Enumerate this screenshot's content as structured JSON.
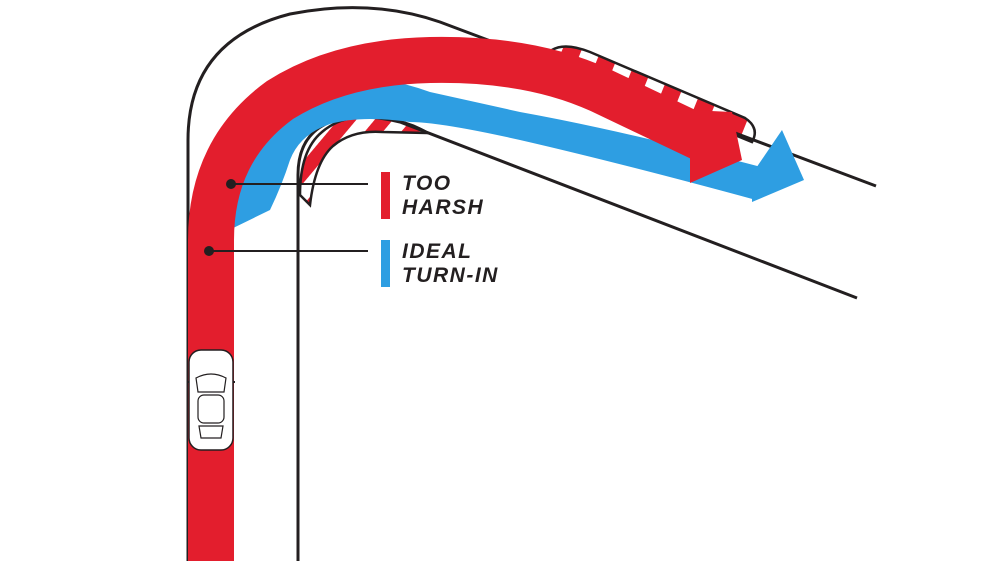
{
  "legend": {
    "too_harsh": {
      "line1": "TOO",
      "line2": "HARSH",
      "color": "#e31e2d"
    },
    "ideal_turn_in": {
      "line1": "IDEAL",
      "line2": "TURN-IN",
      "color": "#2e9ee2"
    }
  },
  "colors": {
    "track_outline": "#231f20",
    "kerb_red": "#e31e2d",
    "kerb_white": "#ffffff",
    "background": "#ffffff"
  },
  "icons": {
    "car": "car-icon",
    "harsh_arrow": "red-arrow-icon",
    "ideal_arrow": "blue-arrow-icon"
  }
}
